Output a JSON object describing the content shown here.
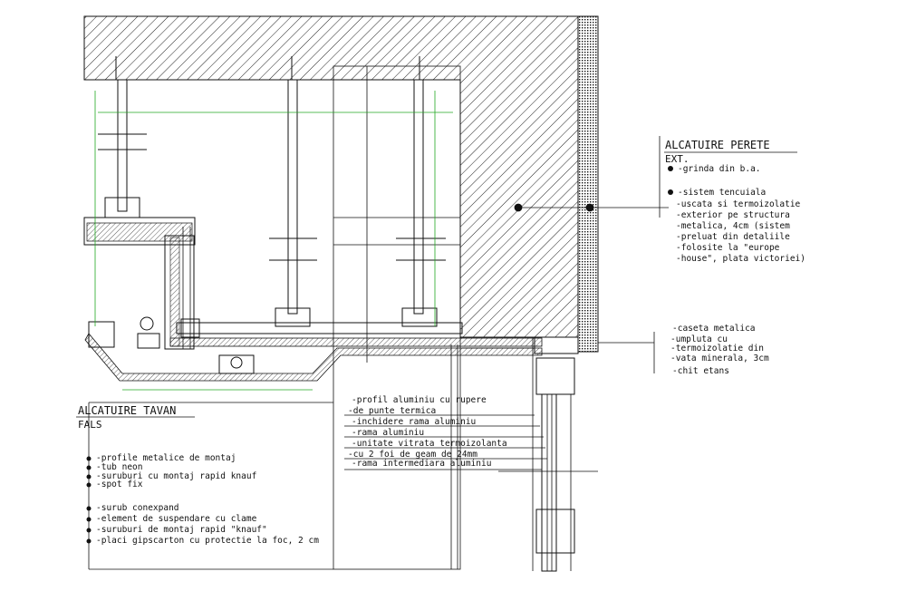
{
  "wall_note": {
    "title": "ALCATUIRE PERETE",
    "subtitle": "EXT.",
    "items": [
      "grinda din b.a.",
      "sistem tencuiala",
      "uscata si termoizolatie",
      "exterior pe structura",
      "metalica, 4cm (sistem",
      "preluat din detaliile",
      "folosite la \"europe",
      "house\", plata victoriei)"
    ]
  },
  "facade_note": {
    "items": [
      "caseta metalica",
      "umpluta cu",
      "termoizolatie din",
      "vata minerala, 3cm",
      "chit etans"
    ]
  },
  "window_note": {
    "items": [
      "profil aluminiu cu rupere",
      "de punte termica",
      "inchidere rama aluminiu",
      "rama aluminiu",
      "unitate vitrata termoizolanta",
      "cu 2 foi de geam de 24mm",
      "rama intermediara aluminiu"
    ]
  },
  "ceiling_note": {
    "title": "ALCATUIRE TAVAN",
    "subtitle": "FALS",
    "items": [
      "profile metalice de montaj",
      "tub neon",
      "suruburi cu montaj rapid knauf",
      "spot fix",
      "surub conexpand",
      "element de suspendare cu clame",
      "suruburi de montaj rapid \"knauf\"",
      "placi gipscarton cu protectie la foc, 2 cm"
    ]
  },
  "dimension_color": "#22a822",
  "line_color": "#111111"
}
